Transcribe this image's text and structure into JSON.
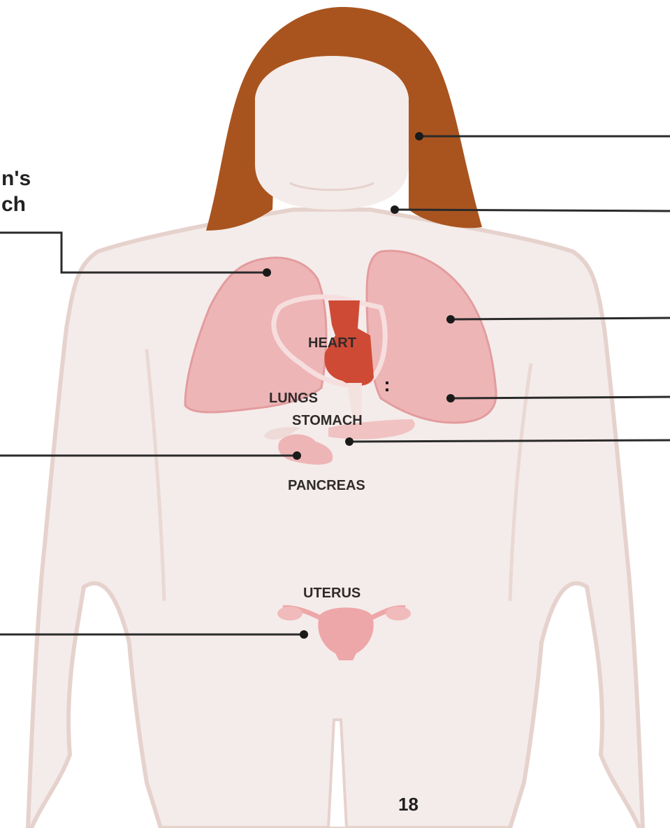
{
  "organs": {
    "heart": "HEART",
    "lungs": "LUNGS",
    "stomach": "STOMACH",
    "pancreas": "PANCREAS",
    "uterus": "UTERUS"
  },
  "left_label_fragment": {
    "line1": "n's",
    "line2": "ch"
  },
  "page_number": "18",
  "colors": {
    "hair": "#a9541f",
    "skin": "#f4ecea",
    "body_outline": "#e6d2cd",
    "lungs": "#eeb5b6",
    "lungs_outline": "#e39c9e",
    "heart": "#cf4a35",
    "heart_outline": "#f7dede",
    "stomach": "#f0c3c2",
    "uterus": "#eea7a8",
    "leader": "#2a2a2a"
  }
}
